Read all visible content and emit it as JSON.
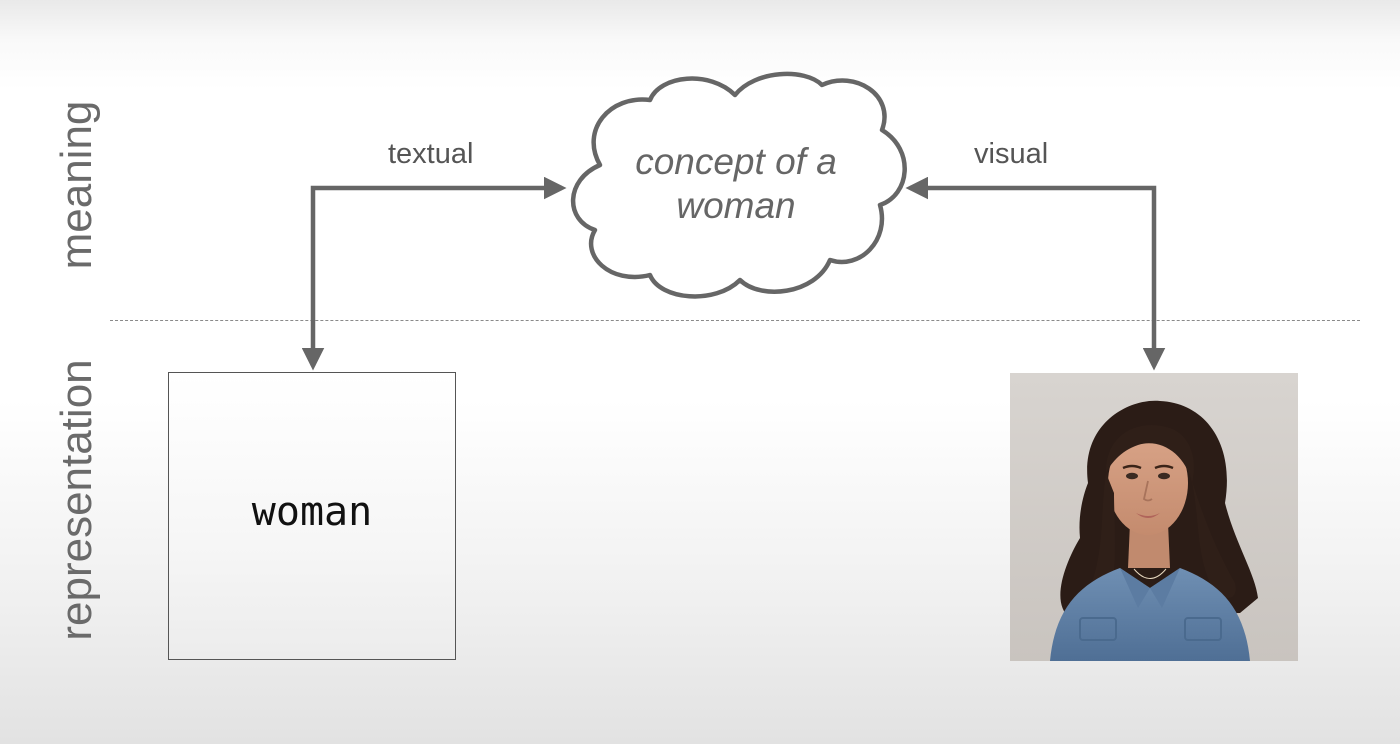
{
  "axis_labels": {
    "meaning": "meaning",
    "representation": "representation"
  },
  "edges": {
    "textual": "textual",
    "visual": "visual"
  },
  "concept": {
    "line1": "concept of a",
    "line2": "woman"
  },
  "text_representation": {
    "word": "woman"
  },
  "image_representation": {
    "description_icon": "portrait-photo"
  },
  "colors": {
    "arrow": "#666666",
    "cloud_stroke": "#666666",
    "label_text": "#6a6a6a"
  }
}
